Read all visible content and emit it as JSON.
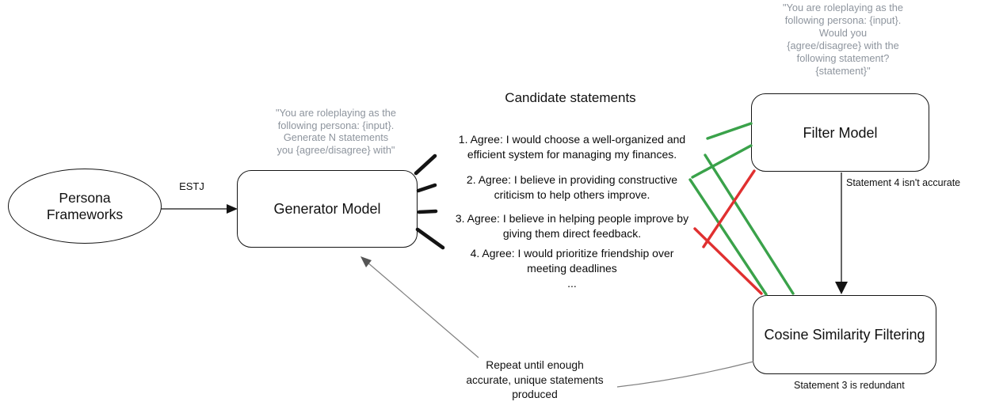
{
  "diagram": {
    "persona": {
      "label": "Persona\nFrameworks"
    },
    "estj_label": "ESTJ",
    "generator": {
      "label": "Generator Model",
      "prompt": "\"You are roleplaying as the\nfollowing persona: {input}.\nGenerate N statements\nyou {agree/disagree} with\""
    },
    "candidates": {
      "title": "Candidate statements",
      "items": [
        "1. Agree: I would choose a well-organized and\nefficient system for managing my finances.",
        "2. Agree: I believe in providing constructive\ncriticism to help others improve.",
        "3. Agree: I believe in helping people improve by\ngiving them direct feedback.",
        "4. Agree: I would prioritize friendship over\nmeeting deadlines",
        "..."
      ]
    },
    "filter": {
      "label": "Filter Model",
      "prompt": "\"You are roleplaying as the\nfollowing persona: {input}.\nWould you\n{agree/disagree} with the\nfollowing statement?\n{statement}\"",
      "note": "Statement 4 isn't accurate"
    },
    "cosine": {
      "label": "Cosine Similarity Filtering",
      "note": "Statement 3 is redundant"
    },
    "repeat_note": "Repeat until enough\naccurate, unique statements\nproduced",
    "colors": {
      "accept_green": "#3aa24a",
      "reject_red": "#e03030",
      "prompt_gray": "#8e959e",
      "stroke_black": "#141414",
      "connector_gray": "#808080"
    }
  }
}
